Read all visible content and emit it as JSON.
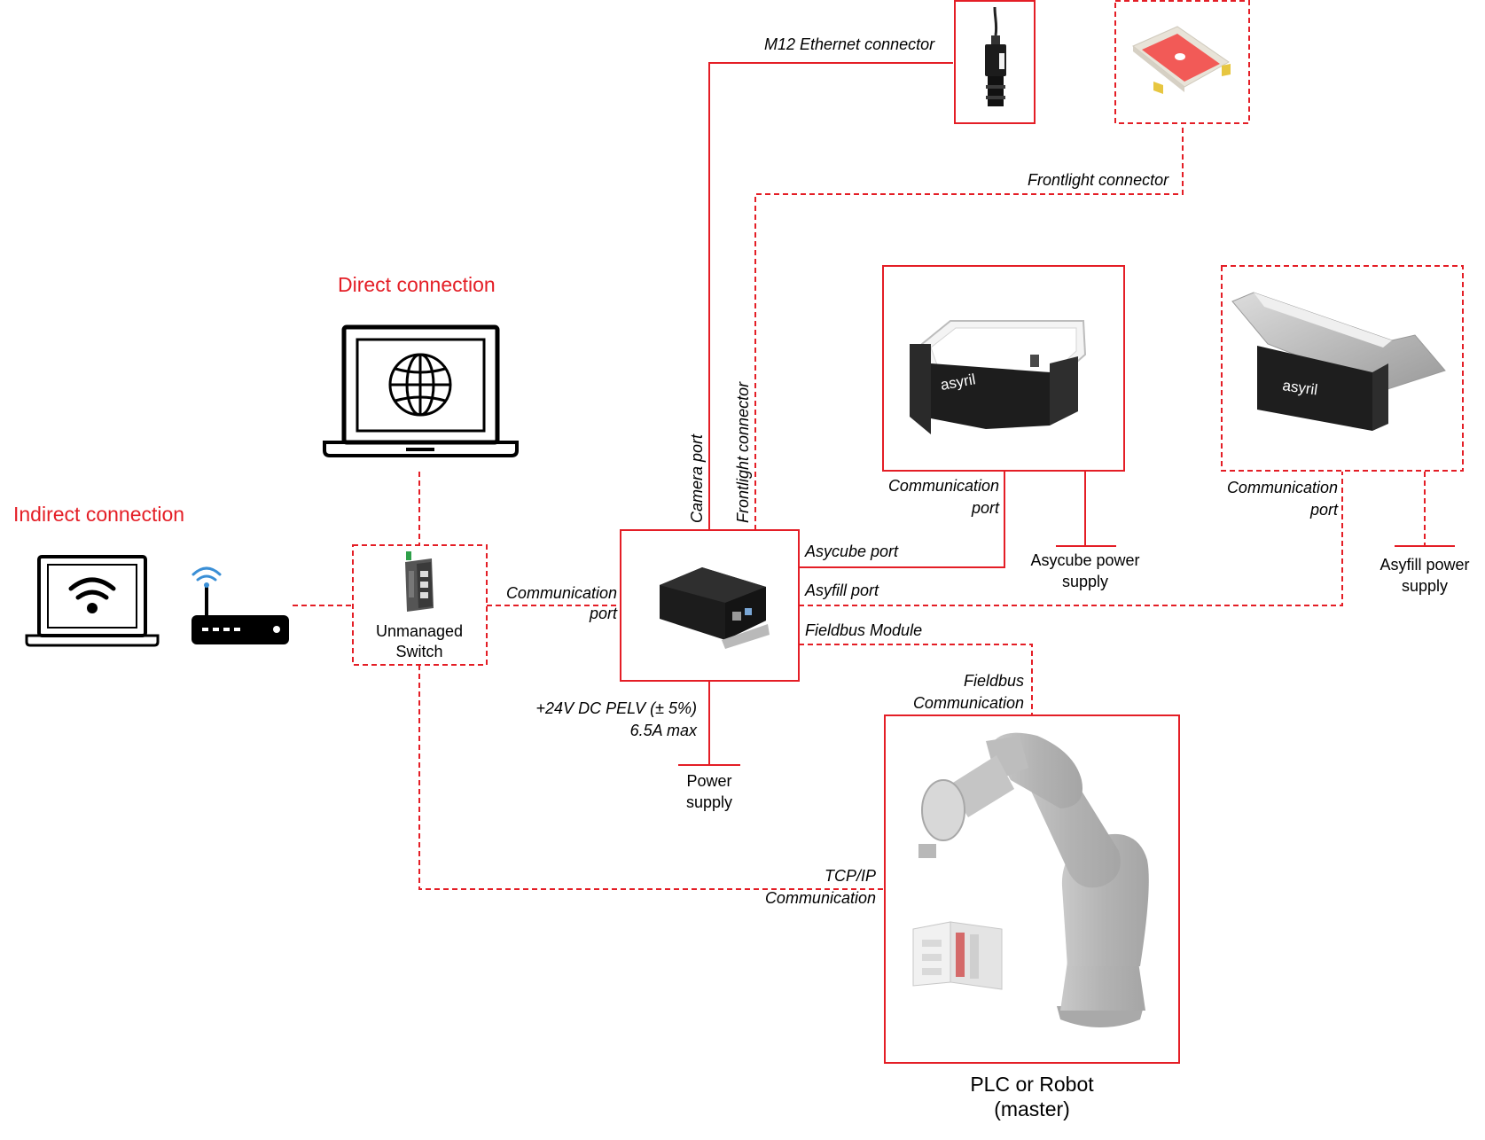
{
  "titles": {
    "direct": "Direct connection",
    "indirect": "Indirect connection"
  },
  "labels": {
    "m12": "M12 Ethernet connector",
    "frontlight_connector": "Frontlight connector",
    "camera_port": "Camera port",
    "frontlight_connector_vertical": "Frontlight connector",
    "comm_port_asycube_1": "Communication",
    "comm_port_asycube_2": "port",
    "asycube_power_1": "Asycube power",
    "asycube_power_2": "supply",
    "comm_port_asyfill_1": "Communication",
    "comm_port_asyfill_2": "port",
    "asyfill_power_1": "Asyfill power",
    "asyfill_power_2": "supply",
    "asycube_port": "Asycube port",
    "asyfill_port": "Asyfill port",
    "fieldbus_module": "Fieldbus Module",
    "fieldbus_comm_1": "Fieldbus",
    "fieldbus_comm_2": "Communication",
    "comm_port_controller_1": "Communication",
    "comm_port_controller_2": "port",
    "switch_1": "Unmanaged",
    "switch_2": "Switch",
    "pelv_1": "+24V DC PELV (± 5%)",
    "pelv_2": "6.5A max",
    "power_supply_1": "Power",
    "power_supply_2": "supply",
    "tcpip_1": "TCP/IP",
    "tcpip_2": "Communication",
    "plc_1": "PLC or Robot",
    "plc_2": "(master)"
  },
  "logos": {
    "asycube": "asyril",
    "asyfill": "asyril"
  },
  "icons": {
    "laptop_direct": "laptop-globe-icon",
    "laptop_indirect": "laptop-wifi-icon",
    "router": "wifi-router-icon",
    "switch": "network-switch-icon",
    "controller": "controller-box-icon",
    "camera": "camera-icon",
    "frontlight": "frontlight-icon",
    "asycube": "asycube-feeder-icon",
    "asyfill": "asyfill-hopper-icon",
    "robot": "robot-arm-icon",
    "plc": "plc-module-icon"
  },
  "colors": {
    "line": "#e41e26",
    "title": "#e41e26",
    "wifi": "#3a8fd6"
  }
}
